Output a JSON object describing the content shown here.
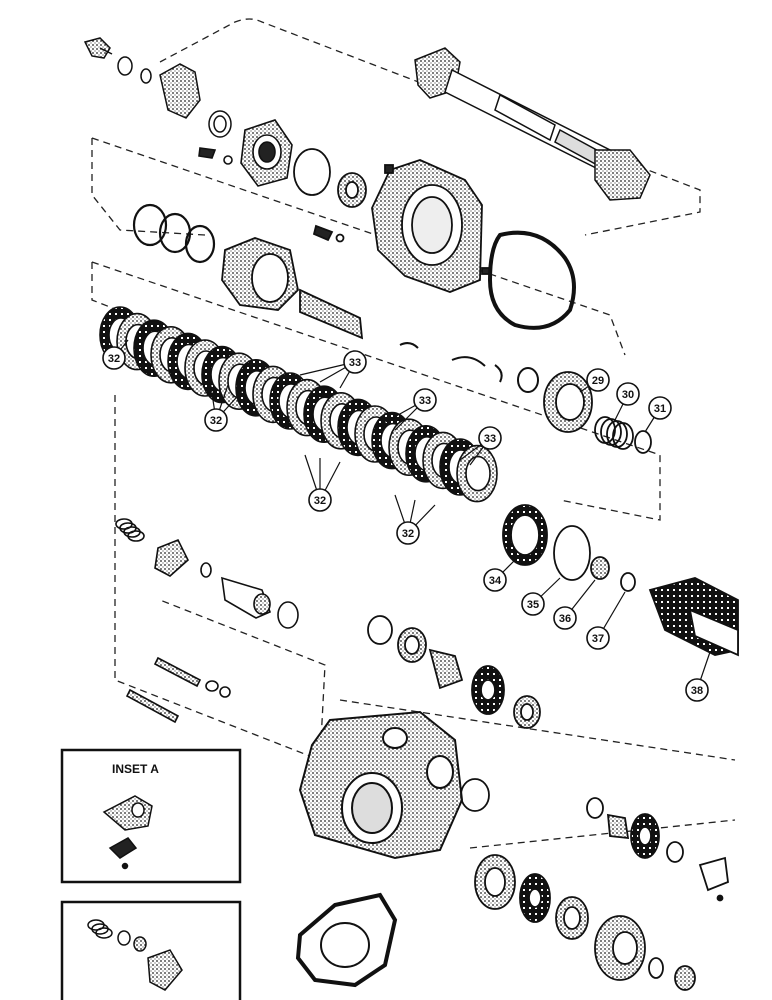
{
  "callouts": [
    {
      "id": "c29",
      "label": "29"
    },
    {
      "id": "c30",
      "label": "30"
    },
    {
      "id": "c31",
      "label": "31"
    },
    {
      "id": "c32a",
      "label": "32"
    },
    {
      "id": "c32b",
      "label": "32"
    },
    {
      "id": "c32c",
      "label": "32"
    },
    {
      "id": "c32d",
      "label": "32"
    },
    {
      "id": "c33a",
      "label": "33"
    },
    {
      "id": "c33b",
      "label": "33"
    },
    {
      "id": "c33c",
      "label": "33"
    },
    {
      "id": "c34",
      "label": "34"
    },
    {
      "id": "c35",
      "label": "35"
    },
    {
      "id": "c36",
      "label": "36"
    },
    {
      "id": "c37",
      "label": "37"
    },
    {
      "id": "c38",
      "label": "38"
    }
  ],
  "insets": {
    "a_title": "INSET A"
  },
  "colors": {
    "ink": "#111111",
    "paper": "#ffffff",
    "shade": "#555555"
  }
}
